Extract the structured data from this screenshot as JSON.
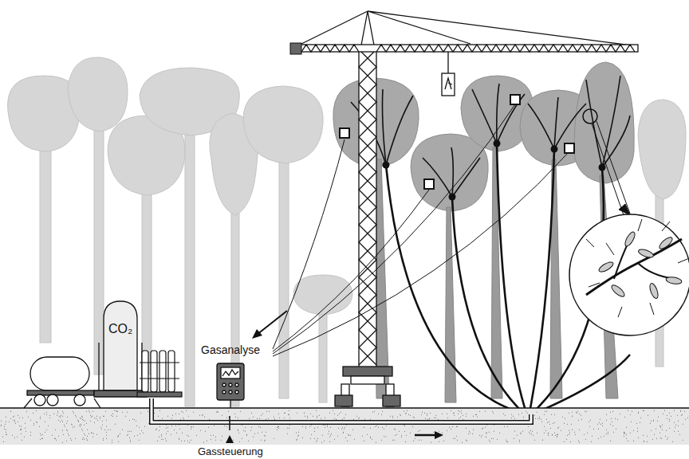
{
  "diagram": {
    "nodes": [
      {
        "text": [
          "CO₂"
        ]
      },
      {
        "text": [
          "Gasanalyse"
        ]
      }
    ],
    "labels": [
      "Gassteuerung"
    ]
  }
}
